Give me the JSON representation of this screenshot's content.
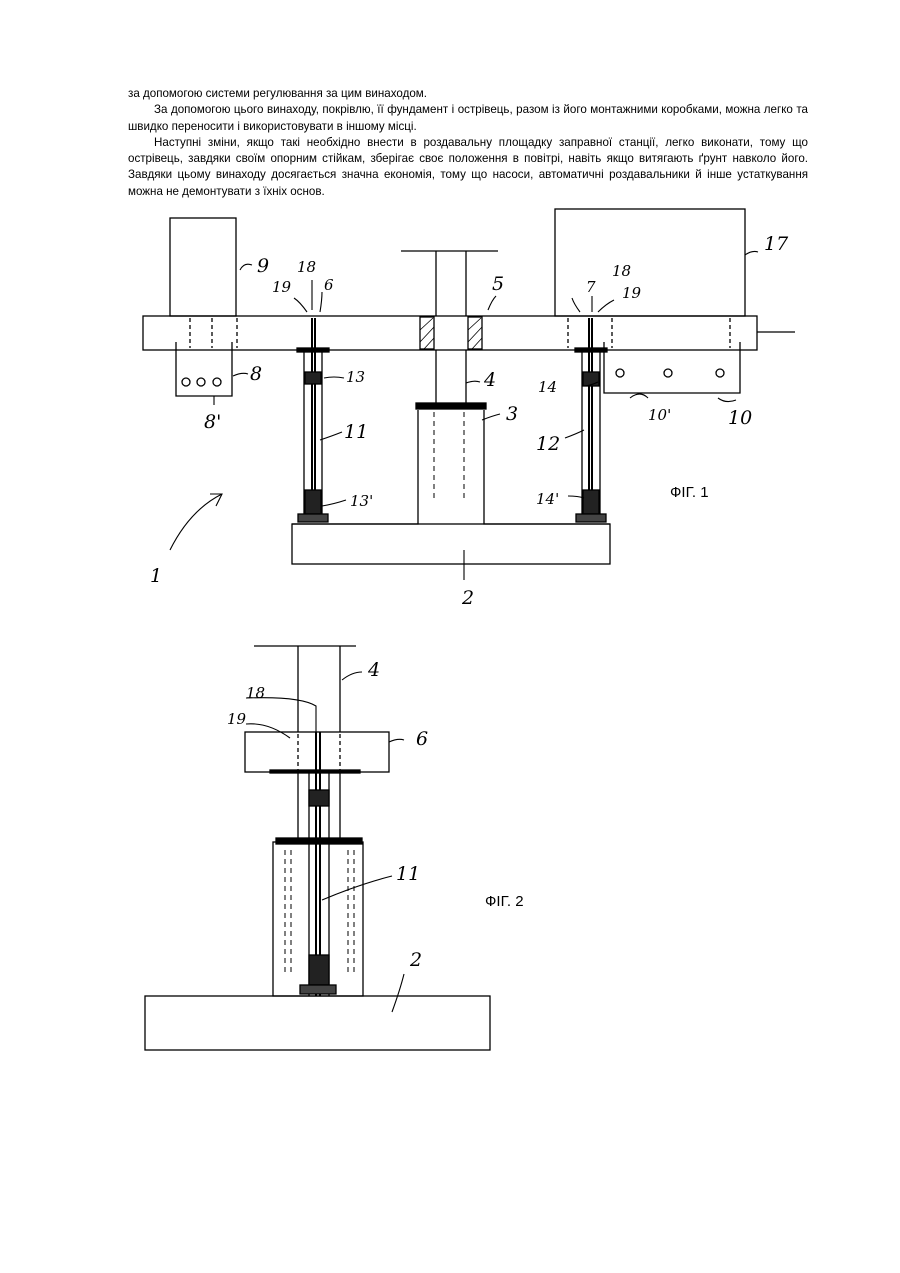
{
  "paragraphs": [
    "за допомогою системи регулювання за цим винаходом.",
    "За допомогою цього винаходу, покрівлю, її фундамент і острівець, разом із його монтажними коробками, можна легко та швидко переносити і використовувати в іншому місці.",
    "Наступні зміни, якщо такі необхідно внести в роздавальну площадку заправної станції, легко виконати, тому що острівець, завдяки своїм опорним стійкам, зберігає своє положення в повітрі, навіть якщо витягають ґрунт навколо його. Завдяки цьому винаходу досягається значна економія, тому що насоси, автоматичні роздавальники й інше устаткування можна не демонтувати з їхніх основ."
  ],
  "figure1": {
    "caption": "ФІГ. 1",
    "labels": {
      "l1": "1",
      "l2": "2",
      "l3": "3",
      "l4": "4",
      "l5": "5",
      "l6": "6",
      "l7": "7",
      "l8": "8",
      "l8p": "8'",
      "l9": "9",
      "l10": "10",
      "l10p": "10'",
      "l11": "11",
      "l12": "12",
      "l13": "13",
      "l13p": "13'",
      "l14": "14",
      "l14p": "14'",
      "l17": "17",
      "l18a": "18",
      "l18b": "18",
      "l19a": "19",
      "l19b": "19"
    }
  },
  "figure2": {
    "caption": "ФІГ. 2",
    "labels": {
      "l2": "2",
      "l4": "4",
      "l6": "6",
      "l11": "11",
      "l18": "18",
      "l19": "19"
    }
  }
}
